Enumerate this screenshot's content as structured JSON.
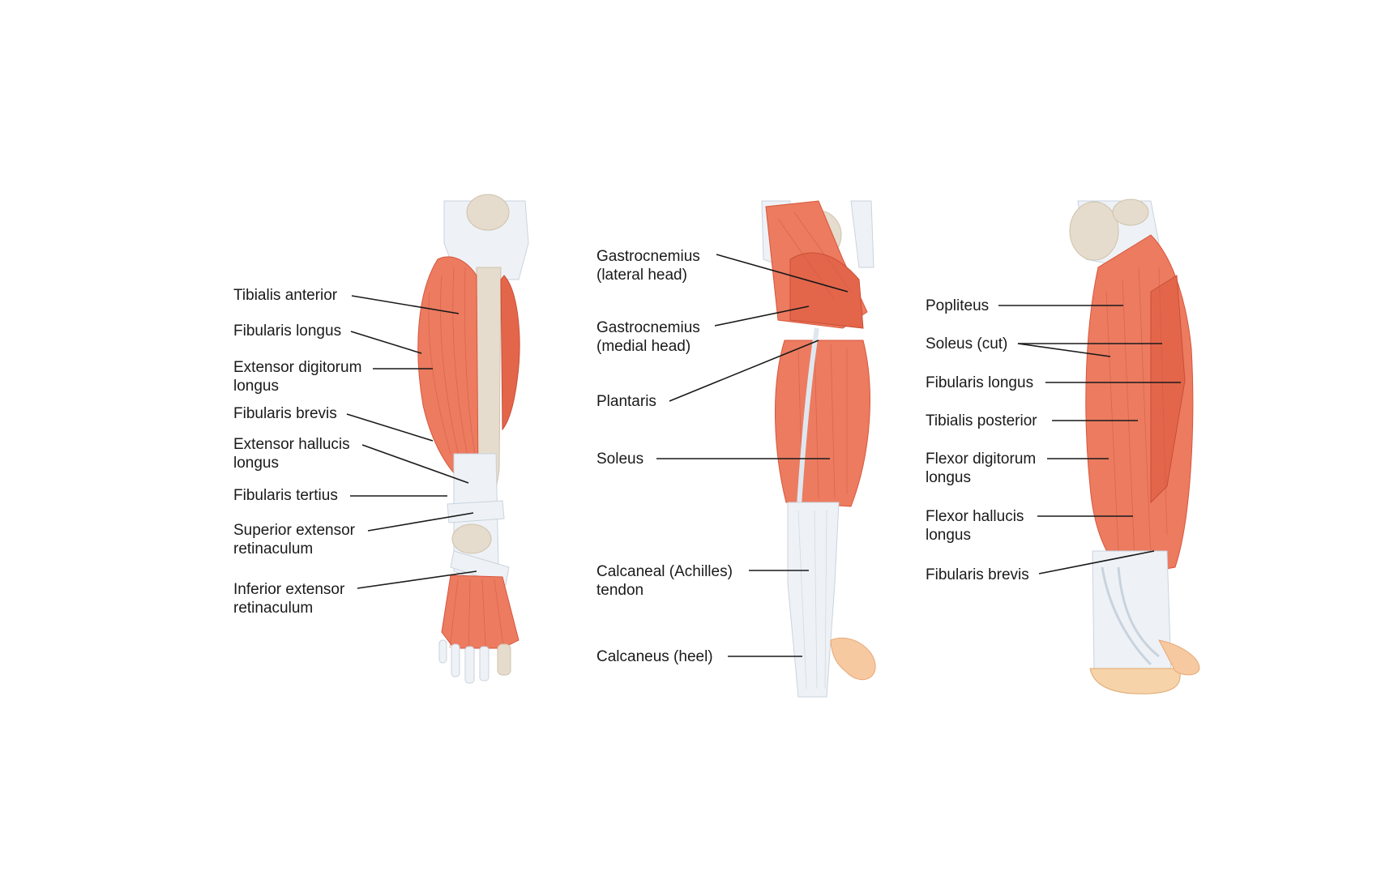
{
  "anterior": {
    "labels": [
      {
        "id": "tibialis-anterior",
        "lines": [
          "Tibialis anterior"
        ]
      },
      {
        "id": "fibularis-longus",
        "lines": [
          "Fibularis longus"
        ]
      },
      {
        "id": "extensor-digitorum-longus",
        "lines": [
          "Extensor digitorum",
          "longus"
        ]
      },
      {
        "id": "fibularis-brevis",
        "lines": [
          "Fibularis brevis"
        ]
      },
      {
        "id": "extensor-hallucis-longus",
        "lines": [
          "Extensor hallucis",
          "longus"
        ]
      },
      {
        "id": "fibularis-tertius",
        "lines": [
          "Fibularis tertius"
        ]
      },
      {
        "id": "superior-extensor-retinaculum",
        "lines": [
          "Superior extensor",
          "retinaculum"
        ]
      },
      {
        "id": "inferior-extensor-retinaculum",
        "lines": [
          "Inferior extensor",
          "retinaculum"
        ]
      }
    ]
  },
  "posterior": {
    "labels": [
      {
        "id": "gastrocnemius-lateral-head",
        "lines": [
          "Gastrocnemius",
          "(lateral head)"
        ]
      },
      {
        "id": "gastrocnemius-medial-head",
        "lines": [
          "Gastrocnemius",
          "(medial head)"
        ]
      },
      {
        "id": "plantaris",
        "lines": [
          "Plantaris"
        ]
      },
      {
        "id": "soleus",
        "lines": [
          "Soleus"
        ]
      },
      {
        "id": "calcaneal-tendon",
        "lines": [
          "Calcaneal (Achilles)",
          "tendon"
        ]
      },
      {
        "id": "calcaneus",
        "lines": [
          "Calcaneus (heel)"
        ]
      }
    ]
  },
  "deep_posterior": {
    "labels": [
      {
        "id": "popliteus",
        "lines": [
          "Popliteus"
        ]
      },
      {
        "id": "soleus-cut",
        "lines": [
          "Soleus (cut)"
        ]
      },
      {
        "id": "fibularis-longus",
        "lines": [
          "Fibularis longus"
        ]
      },
      {
        "id": "tibialis-posterior",
        "lines": [
          "Tibialis posterior"
        ]
      },
      {
        "id": "flexor-digitorum-longus",
        "lines": [
          "Flexor digitorum",
          "longus"
        ]
      },
      {
        "id": "flexor-hallucis-longus",
        "lines": [
          "Flexor hallucis",
          "longus"
        ]
      },
      {
        "id": "fibularis-brevis",
        "lines": [
          "Fibularis brevis"
        ]
      }
    ]
  },
  "colors": {
    "muscle": "#ec7b60",
    "tendon": "#eef2f6",
    "bone": "#e5dccd",
    "heel": "#f6d3a8",
    "text": "#1a1a1a"
  }
}
